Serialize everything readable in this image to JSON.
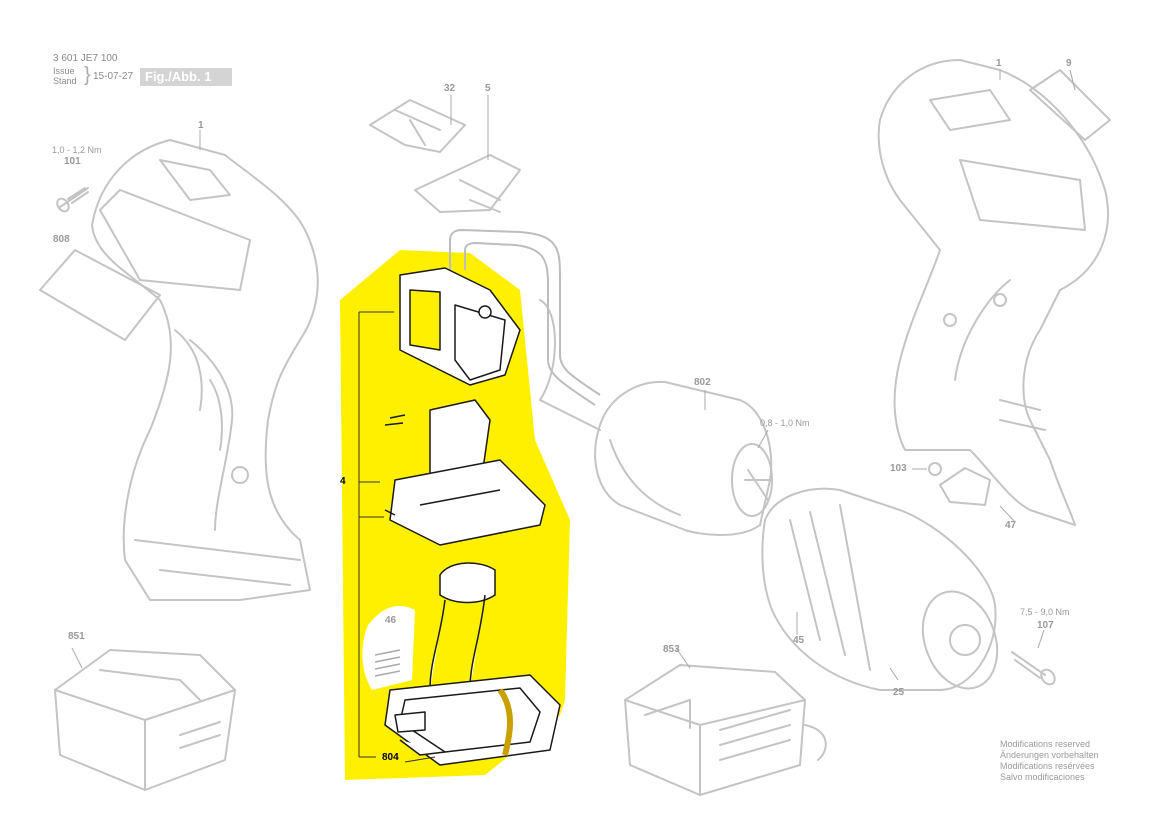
{
  "header": {
    "part_number": "3 601 JE7 100",
    "issue": "Issue",
    "stand": "Stand",
    "date": "15-07-27",
    "figure": "Fig./Abb. 1"
  },
  "parts": {
    "p1_left": "1",
    "p1_right": "1",
    "p9": "9",
    "p32": "32",
    "p5": "5",
    "p101": "101",
    "p808": "808",
    "p802": "802",
    "p103": "103",
    "p47": "47",
    "p4": "4",
    "p46": "46",
    "p45": "45",
    "p107": "107",
    "p851": "851",
    "p853": "853",
    "p25": "25",
    "p804": "804"
  },
  "torques": {
    "t101": "1,0 - 1,2 Nm",
    "t802": "0,8 - 1,0 Nm",
    "t107": "7,5 - 9,0 Nm"
  },
  "notes": [
    "Modifications reserved",
    "Änderungen vorbehalten",
    "Modifications resérvées",
    "Salvo modificaciones"
  ],
  "colors": {
    "highlight": "#fff000",
    "line_art": "#c4c4c4",
    "label": "#999999"
  }
}
